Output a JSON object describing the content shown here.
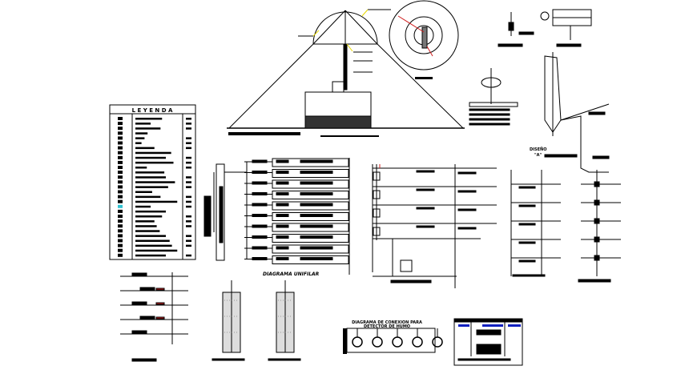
{
  "drawing": {
    "legend_title": "L E Y E N D A",
    "unifilar_title": "DIAGRAMA UNIFILAR",
    "smoke_title_line1": "DIAGRAMA DE CONEXION PARA",
    "smoke_title_line2": "DETECTOR DE HUMO",
    "design_label_line1": "DISEÑO",
    "design_label_line2": "\"A\"",
    "colors": {
      "line": "#000000",
      "accent_yellow": "#e8d800",
      "accent_red": "#d02020",
      "accent_blue": "#1020c0",
      "accent_cyan": "#30c0d0"
    }
  }
}
